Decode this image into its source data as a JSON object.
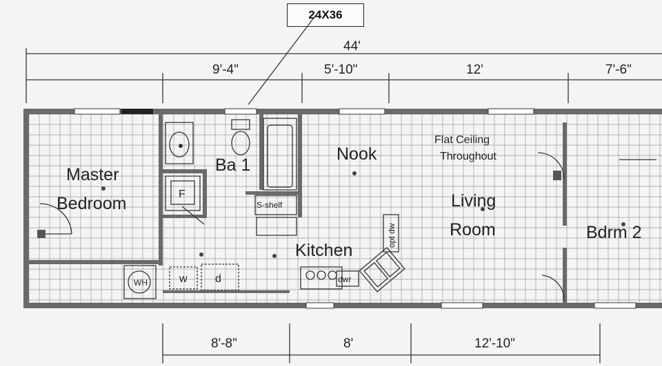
{
  "model_tag": "24X36",
  "dimensions": {
    "overall": "44'",
    "top": [
      "9'-4\"",
      "5'-10\"",
      "12'",
      "7'-6\""
    ],
    "bottom": [
      "8'-8\"",
      "8'",
      "12'-10\""
    ]
  },
  "rooms": {
    "master_bedroom_line1": "Master",
    "master_bedroom_line2": "Bedroom",
    "bath": "Ba 1",
    "nook": "Nook",
    "kitchen": "Kitchen",
    "living_line1": "Living",
    "living_line2": "Room",
    "bedroom2": "Bdrm 2"
  },
  "annotations": {
    "ceiling_line1": "Flat Ceiling",
    "ceiling_line2": "Throughout",
    "shelf": "S-shelf",
    "furnace": "F",
    "washer": "w",
    "dryer": "d",
    "water_heater": "WH",
    "dishwasher": "dwr",
    "opt_dw": "opt dw"
  }
}
